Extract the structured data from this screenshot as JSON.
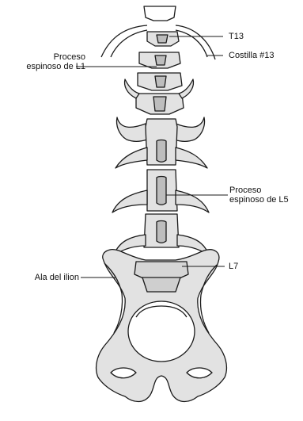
{
  "labels": {
    "t13": "T13",
    "costilla": "Costilla #13",
    "proceso_l1_line1": "Proceso",
    "proceso_l1_line2": "espinoso de L1",
    "proceso_l5_line1": "Proceso",
    "proceso_l5_line2": "espinoso de L5",
    "l7": "L7",
    "ala": "Ala del ilion"
  },
  "colors": {
    "bone_fill": "#e2e2e2",
    "bone_shadow": "#bdbdbd",
    "outline": "#1a1a1a",
    "background": "#ffffff"
  }
}
